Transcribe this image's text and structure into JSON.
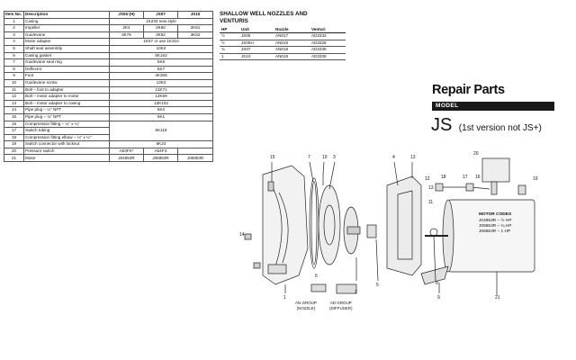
{
  "parts_table": {
    "headers": [
      "Item No.",
      "Description",
      "JS05 (H)",
      "JS07",
      "JS10"
    ],
    "rows": [
      {
        "item": "1",
        "desc": "Casing",
        "shared": "1K233 new style"
      },
      {
        "item": "2",
        "desc": "Impeller",
        "vals": [
          "2K4",
          "2K60",
          "2K61"
        ]
      },
      {
        "item": "3",
        "desc": "Guidevane",
        "vals": [
          "3K75",
          "3K52",
          "3K52"
        ]
      },
      {
        "item": "4",
        "desc": "Motor adapter",
        "shared": "1K57 or use 1K310"
      },
      {
        "item": "5",
        "desc": "Shaft seal assembly",
        "shared": "10K2"
      },
      {
        "item": "6",
        "desc": "Casing gasket",
        "shared": "5K162"
      },
      {
        "item": "7",
        "desc": "Guidevane seal ring",
        "shared": "5K6"
      },
      {
        "item": "8",
        "desc": "Deflector",
        "shared": "5K7"
      },
      {
        "item": "9",
        "desc": "Foot",
        "shared": "4K308"
      },
      {
        "item": "10",
        "desc": "Guidevane screw",
        "shared": "13K4"
      },
      {
        "item": "11",
        "desc": "Bolt – foot to adapter",
        "shared": "13K71"
      },
      {
        "item": "12",
        "desc": "Bolt – motor adapter to motor",
        "shared": "13K69"
      },
      {
        "item": "13",
        "desc": "Bolt – motor adapter to casing",
        "shared": "13K102"
      },
      {
        "item": "14",
        "desc": "Pipe plug – ¼\" NPT",
        "shared": "6K2"
      },
      {
        "item": "15",
        "desc": "Pipe plug – ⅛\" NPT",
        "shared": "6K1"
      },
      {
        "item": "16",
        "desc": "Compression fitting – ¼\" x ¼\"",
        "shared": ""
      },
      {
        "item": "17",
        "desc": "Switch tubing",
        "shared": "6K119"
      },
      {
        "item": "18",
        "desc": "Compression fitting elbow – ¼\" x ¼\"",
        "shared": ""
      },
      {
        "item": "19",
        "desc": "Switch connector with locknut",
        "shared": "6K24"
      },
      {
        "item": "20",
        "desc": "Pressure switch",
        "vals": [
          "A53FX*",
          "A54FX",
          ""
        ]
      },
      {
        "item": "21",
        "desc": "Motor",
        "vals": [
          "J04853R",
          "J05853R",
          "J06853R"
        ]
      }
    ]
  },
  "nozzle_section": {
    "title_line1": "SHALLOW WELL NOZZLES AND",
    "title_line2": "VENTURIS",
    "headers": [
      "HP",
      "Unit",
      "Nozzle",
      "Venturi"
    ],
    "rows": [
      [
        "½",
        "JS05",
        "AN017",
        "AD3332"
      ],
      [
        "½",
        "JS05H",
        "AN019",
        "AD3328"
      ],
      [
        "¾",
        "JS07",
        "AN018",
        "AD3336"
      ],
      [
        "1",
        "JS10",
        "AN018",
        "AD3339"
      ]
    ]
  },
  "heading": {
    "title": "Repair Parts",
    "model_label": "MODEL",
    "model_name": "JS",
    "model_note": "(1st version not JS+)"
  },
  "diagram": {
    "callouts": [
      "15",
      "7",
      "10",
      "3",
      "4",
      "13",
      "20",
      "18",
      "17",
      "16",
      "19",
      "14",
      "12",
      "11",
      "1",
      "6",
      "2",
      "5",
      "8",
      "9",
      "21",
      "13"
    ],
    "motor_codes": {
      "header": "MOTOR CODES",
      "lines": [
        "J04853R – ½ HP",
        "J05853R – ¾ HP",
        "J06853R – 1 HP"
      ]
    },
    "an_group": [
      "AN GROUP",
      "(NOZZLE)"
    ],
    "ad_group": [
      "AD GROUP",
      "(DIFFUSER)"
    ]
  }
}
